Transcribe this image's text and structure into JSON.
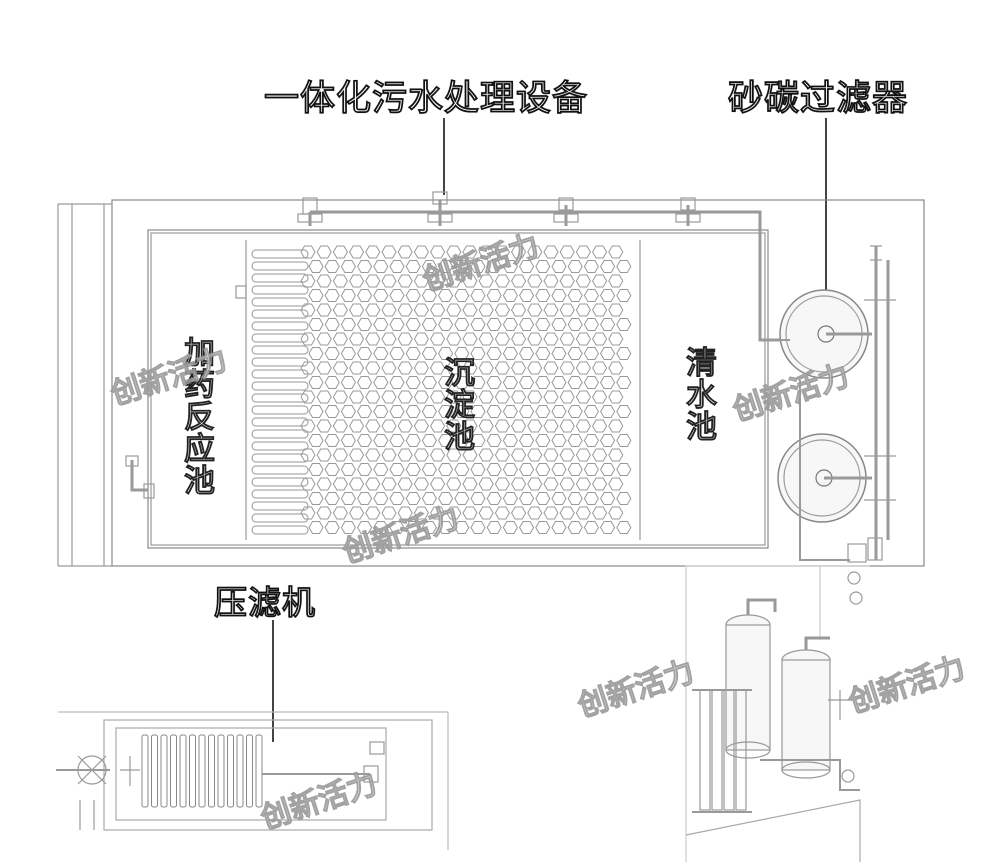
{
  "labels": {
    "integrated_equipment": "一体化污水处理设备",
    "sand_carbon_filter": "砂碳过滤器",
    "filter_press": "压滤机",
    "dosing_tank": "加药反应池",
    "sedimentation_tank": "沉淀池",
    "clear_water_tank": "清水池"
  },
  "watermark_text": "创新活力",
  "colors": {
    "line": "#9a9a9a",
    "dark_line": "#555555",
    "fill": "#f6f6f6"
  }
}
